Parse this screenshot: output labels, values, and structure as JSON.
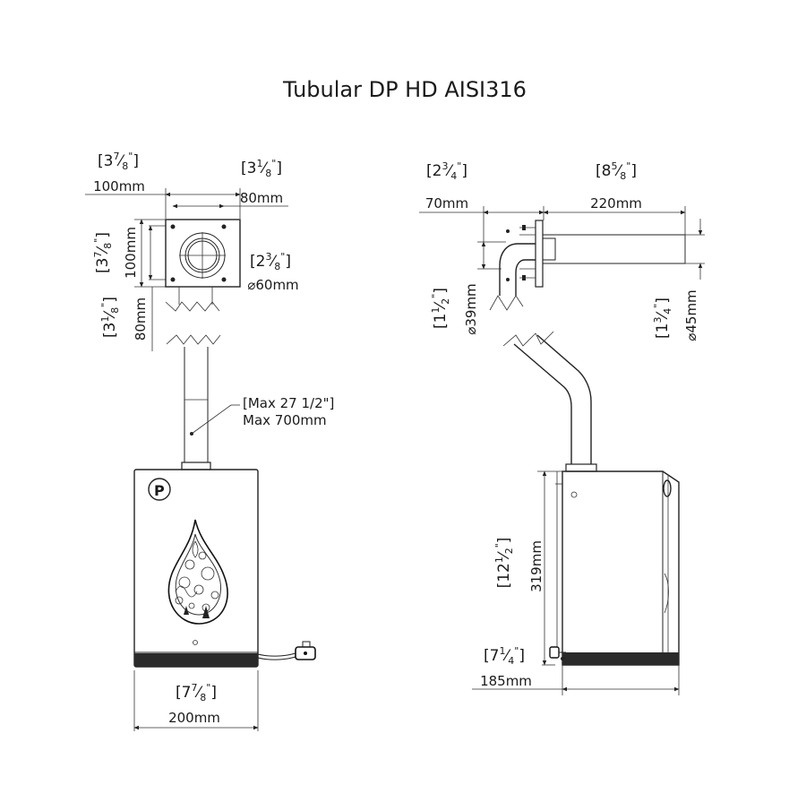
{
  "title": "Tubular DP HD AISI316",
  "front_view": {
    "flange_width_in": {
      "whole": "3",
      "num": "7",
      "den": "8",
      "mark": "\""
    },
    "flange_width_mm": "100mm",
    "hole_spacing_in": {
      "whole": "3",
      "num": "1",
      "den": "8",
      "mark": "\""
    },
    "hole_spacing_mm": "80mm",
    "flange_height_in": {
      "whole": "3",
      "num": "7",
      "den": "8",
      "mark": "\""
    },
    "flange_height_mm": "100mm",
    "pipe_diameter_in": {
      "whole": "2",
      "num": "3",
      "den": "8",
      "mark": "\""
    },
    "pipe_diameter_mm": "60mm",
    "vertical_spacing_in": {
      "whole": "3",
      "num": "1",
      "den": "8",
      "mark": "\""
    },
    "vertical_spacing_mm": "80mm",
    "pipe_max_in": "[Max 27 1/2\"]",
    "pipe_max_mm": "Max 700mm",
    "unit_width_in": {
      "whole": "7",
      "num": "7",
      "den": "8",
      "mark": "\""
    },
    "unit_width_mm": "200mm"
  },
  "side_view": {
    "offset_in": {
      "whole": "2",
      "num": "3",
      "den": "4",
      "mark": "\""
    },
    "offset_mm": "70mm",
    "spout_length_in": {
      "whole": "8",
      "num": "5",
      "den": "8",
      "mark": "\""
    },
    "spout_length_mm": "220mm",
    "inlet_diameter_in": {
      "whole": "1",
      "num": "1",
      "den": "2",
      "mark": "\""
    },
    "inlet_diameter_mm": "39mm",
    "spout_diameter_in": {
      "whole": "1",
      "num": "3",
      "den": "4",
      "mark": "\""
    },
    "spout_diameter_mm": "45mm",
    "unit_height_in": {
      "whole": "12",
      "num": "1",
      "den": "2",
      "mark": "\""
    },
    "unit_height_mm": "319mm",
    "unit_depth_in": {
      "whole": "7",
      "num": "1",
      "den": "4",
      "mark": "\""
    },
    "unit_depth_mm": "185mm"
  },
  "symbols": {
    "diameter": "⌀"
  },
  "icons": {
    "logo": "p-circle-logo-icon",
    "drop": "decorative-water-drop-icon",
    "plug": "power-plug-icon",
    "arrow": "dimension-arrow-icon"
  }
}
